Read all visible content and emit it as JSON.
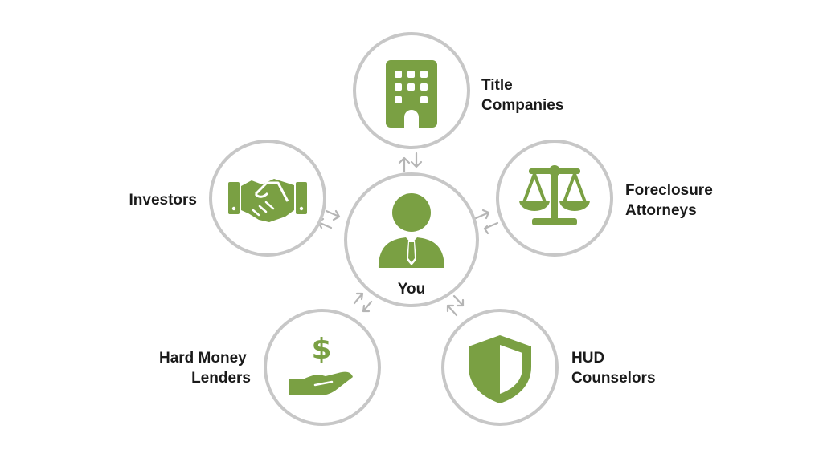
{
  "colors": {
    "icon_green": "#7aa043",
    "ring_gray": "#c7c7c7",
    "arrow_gray": "#b5b5b5",
    "text": "#1a1a1a",
    "background": "#ffffff"
  },
  "center": {
    "label": "You",
    "icon": "person-tie-icon"
  },
  "nodes": [
    {
      "id": "title",
      "label_lines": [
        "Title",
        "Companies"
      ],
      "icon": "office-building-icon"
    },
    {
      "id": "foreclosure",
      "label_lines": [
        "Foreclosure",
        "Attorneys"
      ],
      "icon": "scales-icon"
    },
    {
      "id": "hud",
      "label_lines": [
        "HUD",
        "Counselors"
      ],
      "icon": "shield-icon"
    },
    {
      "id": "lenders",
      "label_lines": [
        "Hard Money",
        "Lenders"
      ],
      "icon": "money-hand-icon"
    },
    {
      "id": "investors",
      "label_lines": [
        "Investors"
      ],
      "icon": "handshake-icon"
    }
  ]
}
